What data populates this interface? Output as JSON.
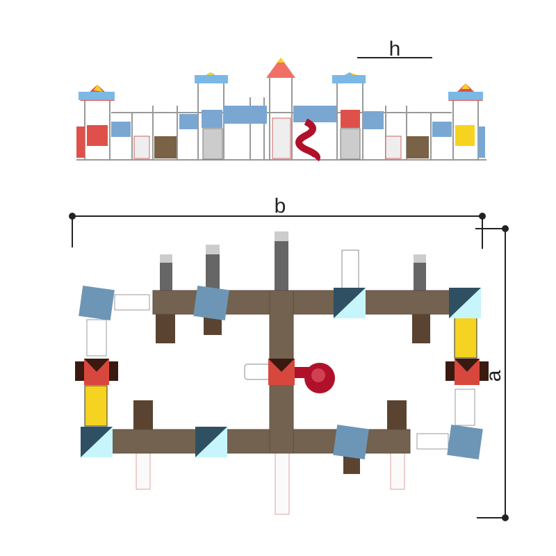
{
  "dimensions": {
    "height_label": "h",
    "width_label": "b",
    "depth_label": "a"
  },
  "colors": {
    "deck": "#73624f",
    "roof_blue": "#6d96b6",
    "roof_dark": "#2f4f63",
    "roof_light": "#c6f6fb",
    "panel_blue": "#7aa7d2",
    "panel_red": "#e0504a",
    "panel_yellow": "#f5d320",
    "slide_red": "#b0102a",
    "dimension_line": "#222222"
  }
}
